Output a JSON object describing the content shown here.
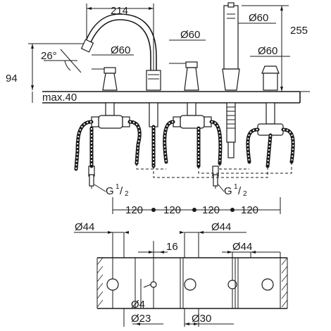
{
  "dimensions": {
    "spout_reach": "214",
    "spout_angle": "26°",
    "spout_height": "94",
    "overall_height": "255",
    "deck_thickness": "max.40",
    "spout_diameter": "Ø60",
    "valve_diameter": "Ø60",
    "handshower_diameter": "Ø60",
    "diverter_diameter": "Ø60",
    "thread_left": "G",
    "thread_right": "G",
    "thread_fraction_num": "1",
    "thread_fraction_den": "2",
    "spacing": [
      "120",
      "120",
      "120",
      "120"
    ]
  },
  "cutout": {
    "hole_left": "Ø44",
    "hole_mid": "Ø44",
    "hole_right": "Ø44",
    "offset": "16",
    "small_hole": "Ø4",
    "hole_23": "Ø23",
    "hole_30": "Ø30"
  }
}
